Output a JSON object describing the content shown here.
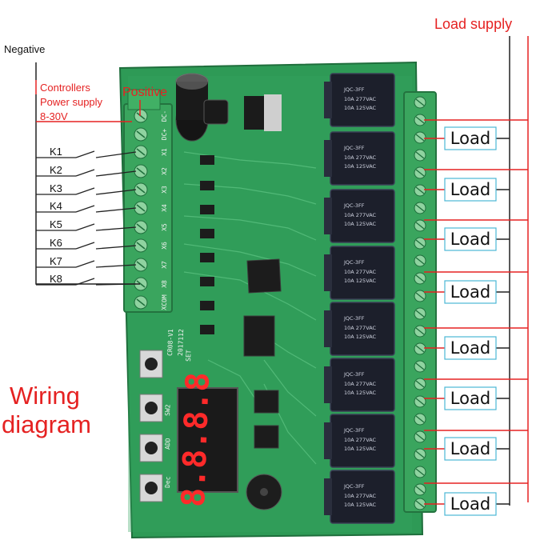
{
  "labels": {
    "negative": "Negative",
    "controllers": "Controllers",
    "power_supply": "Power supply",
    "voltage": "8-30V",
    "positive": "Positive",
    "load_supply": "Load supply",
    "wiring": "Wiring",
    "diagram": "diagram"
  },
  "switches": [
    "K1",
    "K2",
    "K3",
    "K4",
    "K5",
    "K6",
    "K7",
    "K8"
  ],
  "loads": [
    "Load",
    "Load",
    "Load",
    "Load",
    "Load",
    "Load",
    "Load",
    "Load"
  ],
  "board": {
    "model": "CR08-V1",
    "date": "2017112",
    "set_label": "SET",
    "sw2_label": "SW2",
    "add_label": "ADD",
    "dec_label": "Dec",
    "input_silk": [
      "DC-",
      "DC+",
      "X1",
      "X2",
      "X3",
      "X4",
      "X5",
      "X6",
      "X7",
      "X8",
      "XCOM"
    ],
    "relay_brand": "JQC-3FF",
    "relay_rating_1": "10A 277VAC",
    "relay_rating_2": "10A 125VAC",
    "display_value": "8.8.8.8"
  },
  "colors": {
    "label_red": "#e52222",
    "wire_red": "#e52222",
    "wire_black": "#222222",
    "pcb_green": "#2f9b57",
    "terminal_green": "#37a35c",
    "relay_black": "#1c1f2b",
    "load_box_cyan": "#4bb8d6"
  }
}
